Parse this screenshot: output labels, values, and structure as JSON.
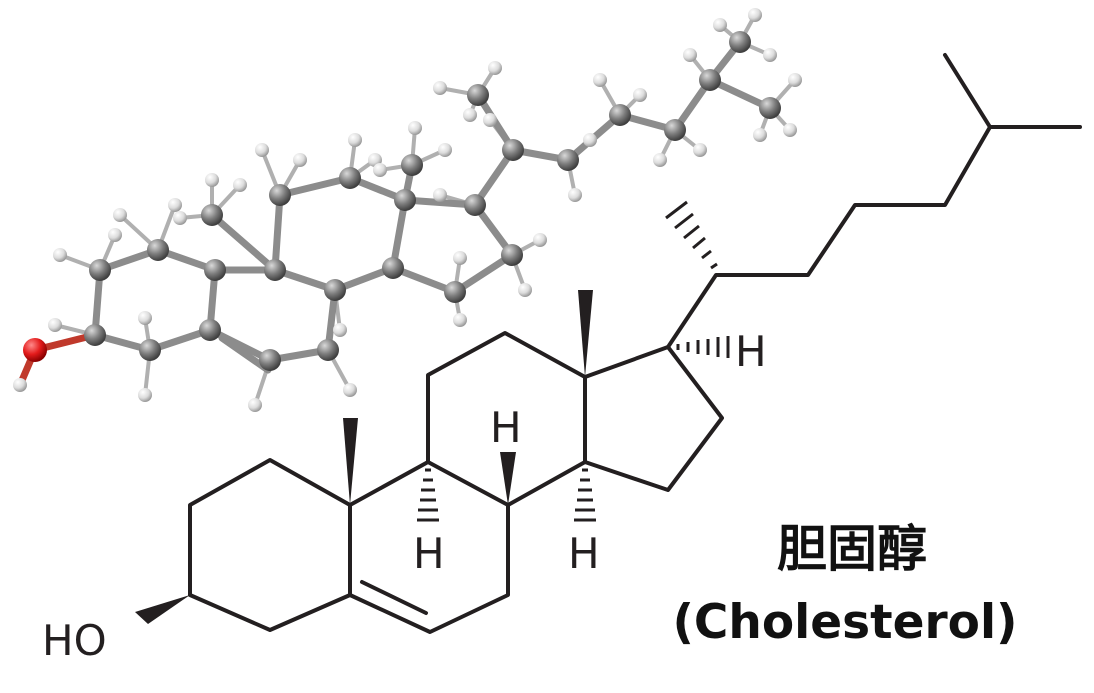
{
  "labels": {
    "hydroxyl": "HO",
    "h_c9": "H",
    "h_c8": "H",
    "h_c14": "H",
    "h_c17": "H"
  },
  "title": {
    "chinese": "胆固醇",
    "english": "(Cholesterol)"
  },
  "colors": {
    "bond": "#231f20",
    "carbon": "#7a7a7a",
    "hydrogen": "#e6e6e6",
    "oxygen": "#e31b1b"
  }
}
